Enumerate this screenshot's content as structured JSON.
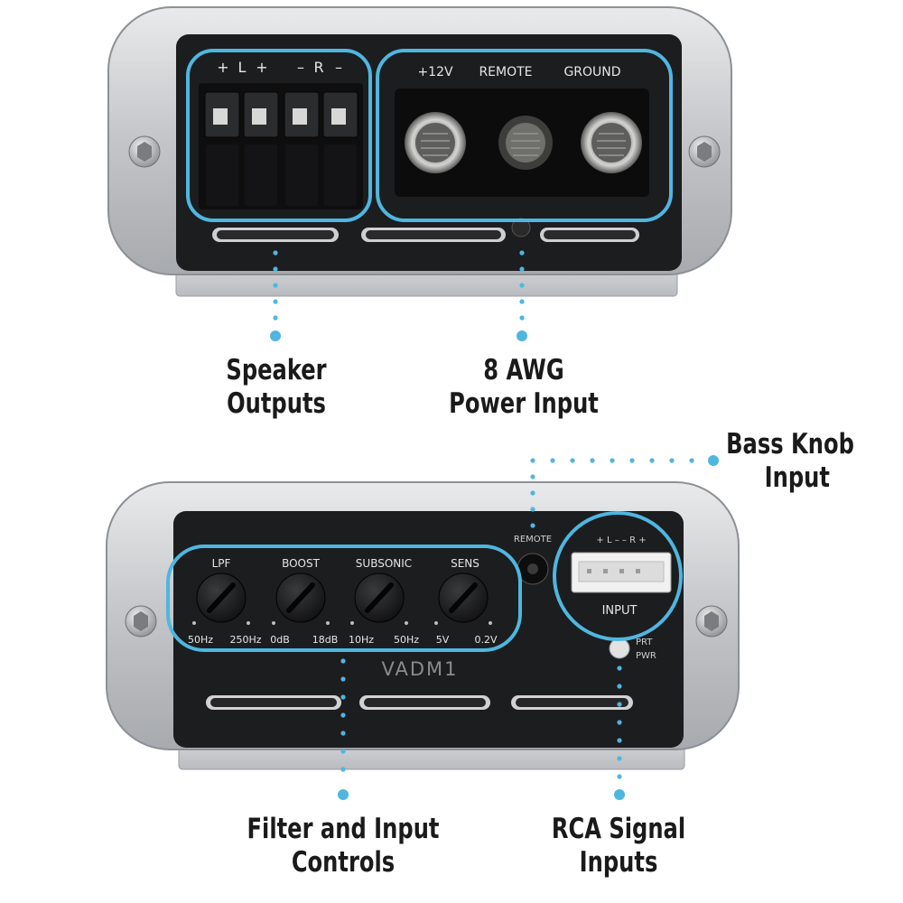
{
  "colors": {
    "accent": "#4fb6e0",
    "panel": "#1c1d1f",
    "housing": "#c9cacc"
  },
  "top_panel": {
    "speaker_labels": [
      "+",
      "L",
      "+",
      "–",
      "R",
      "–"
    ],
    "power_labels": [
      "+12V",
      "REMOTE",
      "GROUND"
    ]
  },
  "bottom_panel": {
    "controls": [
      {
        "name": "LPF",
        "min": "50Hz",
        "max": "250Hz"
      },
      {
        "name": "BOOST",
        "min": "0dB",
        "max": "18dB"
      },
      {
        "name": "SUBSONIC",
        "min": "10Hz",
        "max": "50Hz"
      },
      {
        "name": "SENS",
        "min": "5V",
        "max": "0.2V"
      }
    ],
    "model": "VADM1",
    "remote_label": "REMOTE",
    "input_pins_label": "+ L –   – R +",
    "input_label": "INPUT",
    "prt_label": "PRT",
    "pwr_label": "PWR"
  },
  "callouts": {
    "speaker_outputs": [
      "Speaker",
      "Outputs"
    ],
    "power_input": [
      "8 AWG",
      "Power Input"
    ],
    "bass_knob": [
      "Bass Knob",
      "Input"
    ],
    "filter_controls": [
      "Filter and Input",
      "Controls"
    ],
    "rca_inputs": [
      "RCA Signal",
      "Inputs"
    ]
  }
}
